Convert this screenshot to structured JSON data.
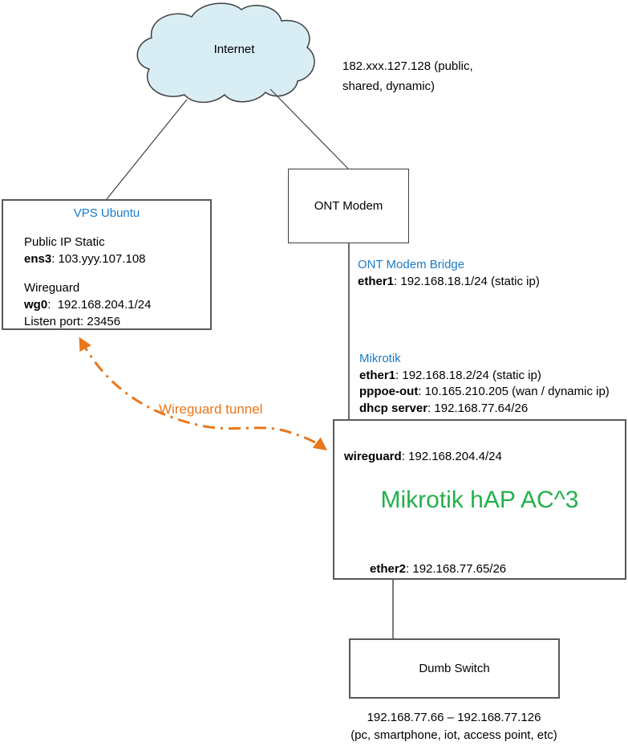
{
  "colors": {
    "blue_heading": "#1B7AC6",
    "green_title": "#22B14C",
    "orange_tunnel": "#E8761B",
    "cloud_fill": "#D9EDF5",
    "box_border": "#595959"
  },
  "cloud": {
    "label": "Internet"
  },
  "public_ip_note": {
    "line1": "182.xxx.127.128 (public,",
    "line2": "shared, dynamic)"
  },
  "vps": {
    "title": "VPS Ubuntu",
    "public_ip_heading": "Public IP Static",
    "ens3_label": "ens3",
    "ens3_value": ": 103.yyy.107.108",
    "wireguard_heading": "Wireguard",
    "wg0_label": "wg0",
    "wg0_value": ":  192.168.204.1/24",
    "listen_port": "Listen port: 23456"
  },
  "ont_modem": {
    "label": "ONT Modem"
  },
  "ont_bridge": {
    "title": "ONT Modem Bridge",
    "ether1_label": "ether1",
    "ether1_value": ": 192.168.18.1/24 (static ip)"
  },
  "mikrotik_ports": {
    "title": "Mikrotik",
    "ether1_label": "ether1",
    "ether1_value": ": 192.168.18.2/24 (static ip)",
    "pppoe_label": "pppoe-out",
    "pppoe_value": ": 10.165.210.205 (wan / dynamic ip)",
    "dhcp_label": "dhcp server",
    "dhcp_value": ": 192.168.77.64/26"
  },
  "router": {
    "wireguard_label": "wireguard",
    "wireguard_value": ": 192.168.204.4/24",
    "title": "Mikrotik hAP AC^3",
    "ether2_label": "ether2",
    "ether2_value": ": 192.168.77.65/26"
  },
  "tunnel": {
    "label": "Wireguard tunnel"
  },
  "switch": {
    "label": "Dumb Switch"
  },
  "lan_note": {
    "line1": "192.168.77.66 – 192.168.77.126",
    "line2": "(pc, smartphone, iot, access point, etc)"
  }
}
